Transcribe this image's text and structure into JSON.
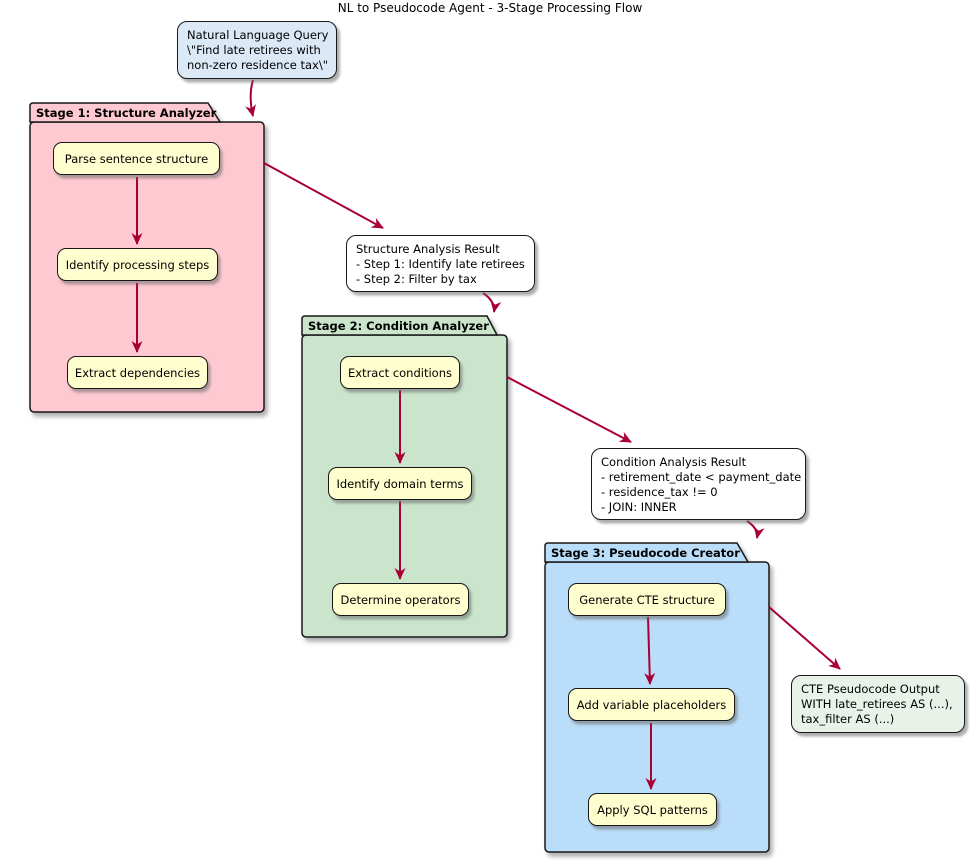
{
  "title": "NL to Pseudocode Agent - 3-Stage Processing Flow",
  "colors": {
    "arrow": "#A80036",
    "activity_fill": "#FEFECE",
    "package_border": "#181818",
    "stage1_fill": "#FFC9D2",
    "stage2_fill": "#CBE5CC",
    "stage3_fill": "#BADDF9",
    "input_note_fill": "#DBE9F7",
    "result_note_fill": "#FFFFFF",
    "output_note_fill": "#E9F2E9"
  },
  "input_note": {
    "lines": [
      "Natural Language Query",
      "\\\"Find late retirees with",
      "non-zero residence tax\\\""
    ]
  },
  "stages": [
    {
      "name": "Stage 1: Structure Analyzer",
      "steps": [
        "Parse sentence structure",
        "Identify processing steps",
        "Extract dependencies"
      ]
    },
    {
      "name": "Stage 2: Condition Analyzer",
      "steps": [
        "Extract conditions",
        "Identify domain terms",
        "Determine operators"
      ]
    },
    {
      "name": "Stage 3: Pseudocode Creator",
      "steps": [
        "Generate CTE structure",
        "Add variable placeholders",
        "Apply SQL patterns"
      ]
    }
  ],
  "result_notes": [
    {
      "lines": [
        "Structure Analysis Result",
        "- Step 1: Identify late retirees",
        "- Step 2: Filter by tax"
      ]
    },
    {
      "lines": [
        "Condition Analysis Result",
        "- retirement_date < payment_date",
        "- residence_tax != 0",
        "- JOIN: INNER"
      ]
    },
    {
      "lines": [
        "CTE Pseudocode Output",
        "WITH late_retirees AS (...),",
        "tax_filter AS (...)"
      ]
    }
  ]
}
